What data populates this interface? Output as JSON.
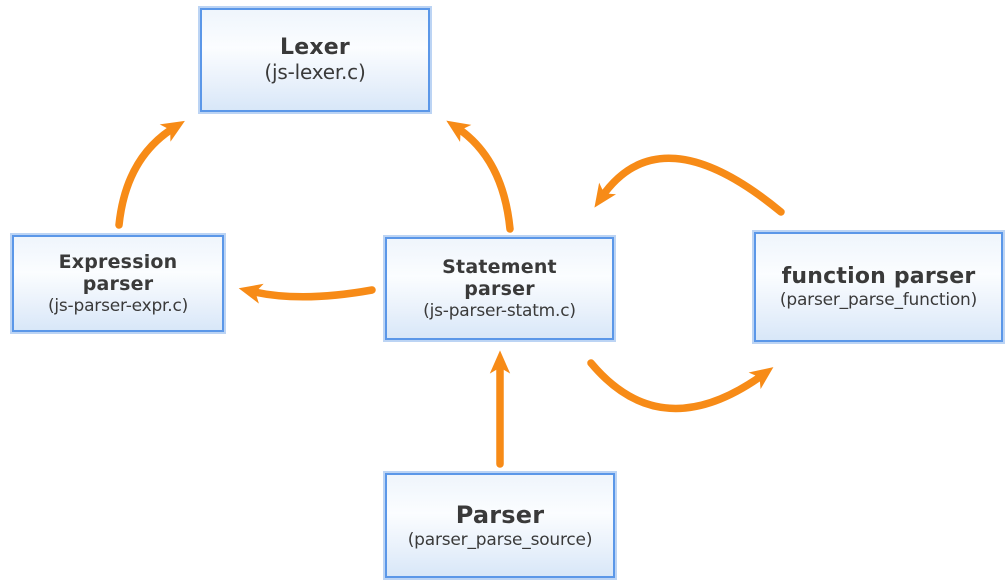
{
  "diagram": {
    "colors": {
      "arrow": "#F78B17",
      "box_border": "#5B97E8",
      "box_halo": "#BCD4F4",
      "box_fill_top": "#EFF5FC",
      "box_fill_mid": "#FBFDFF",
      "box_fill_bottom": "#D8E7F8",
      "text": "#3A3A3A"
    },
    "nodes": [
      {
        "id": "lexer",
        "title": "Lexer",
        "subtitle": "(js-lexer.c)"
      },
      {
        "id": "expression-parser",
        "title": "Expression\nparser",
        "subtitle": "(js-parser-expr.c)"
      },
      {
        "id": "statement-parser",
        "title": "Statement\nparser",
        "subtitle": "(js-parser-statm.c)"
      },
      {
        "id": "function-parser",
        "title": "function parser",
        "subtitle": "(parser_parse_function)"
      },
      {
        "id": "parser",
        "title": "Parser",
        "subtitle": "(parser_parse_source)"
      }
    ],
    "edges": [
      {
        "from": "expression-parser",
        "to": "lexer"
      },
      {
        "from": "statement-parser",
        "to": "lexer"
      },
      {
        "from": "statement-parser",
        "to": "expression-parser"
      },
      {
        "from": "function-parser",
        "to": "statement-parser"
      },
      {
        "from": "statement-parser",
        "to": "function-parser"
      },
      {
        "from": "parser",
        "to": "statement-parser"
      }
    ]
  }
}
